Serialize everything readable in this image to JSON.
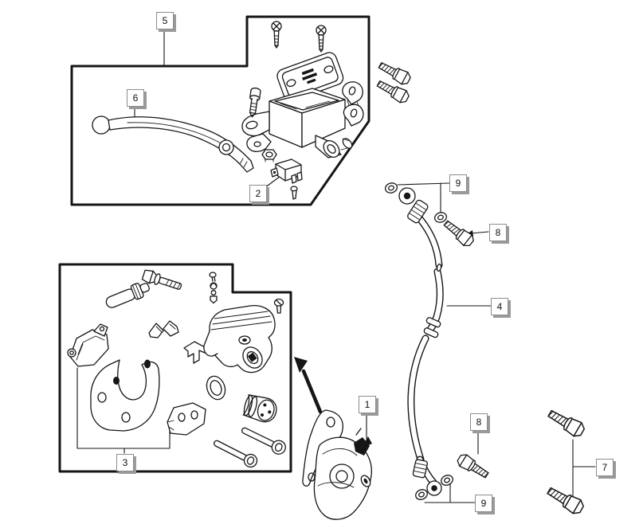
{
  "diagram": {
    "background": "#ffffff",
    "line_color": "#161616",
    "callout_style": {
      "background": "#ffffff",
      "border": "#8d8d8d",
      "shadow": "#9a9a9a",
      "text_color": "#111111"
    },
    "callouts": [
      {
        "id": "callout-5",
        "number": "5"
      },
      {
        "id": "callout-6",
        "number": "6"
      },
      {
        "id": "callout-2",
        "number": "2"
      },
      {
        "id": "callout-3",
        "number": "3"
      },
      {
        "id": "callout-1",
        "number": "1"
      },
      {
        "id": "callout-9-upper",
        "number": "9"
      },
      {
        "id": "callout-8-upper",
        "number": "8"
      },
      {
        "id": "callout-4",
        "number": "4"
      },
      {
        "id": "callout-8-lower",
        "number": "8"
      },
      {
        "id": "callout-9-lower",
        "number": "9"
      },
      {
        "id": "callout-7",
        "number": "7"
      }
    ]
  }
}
